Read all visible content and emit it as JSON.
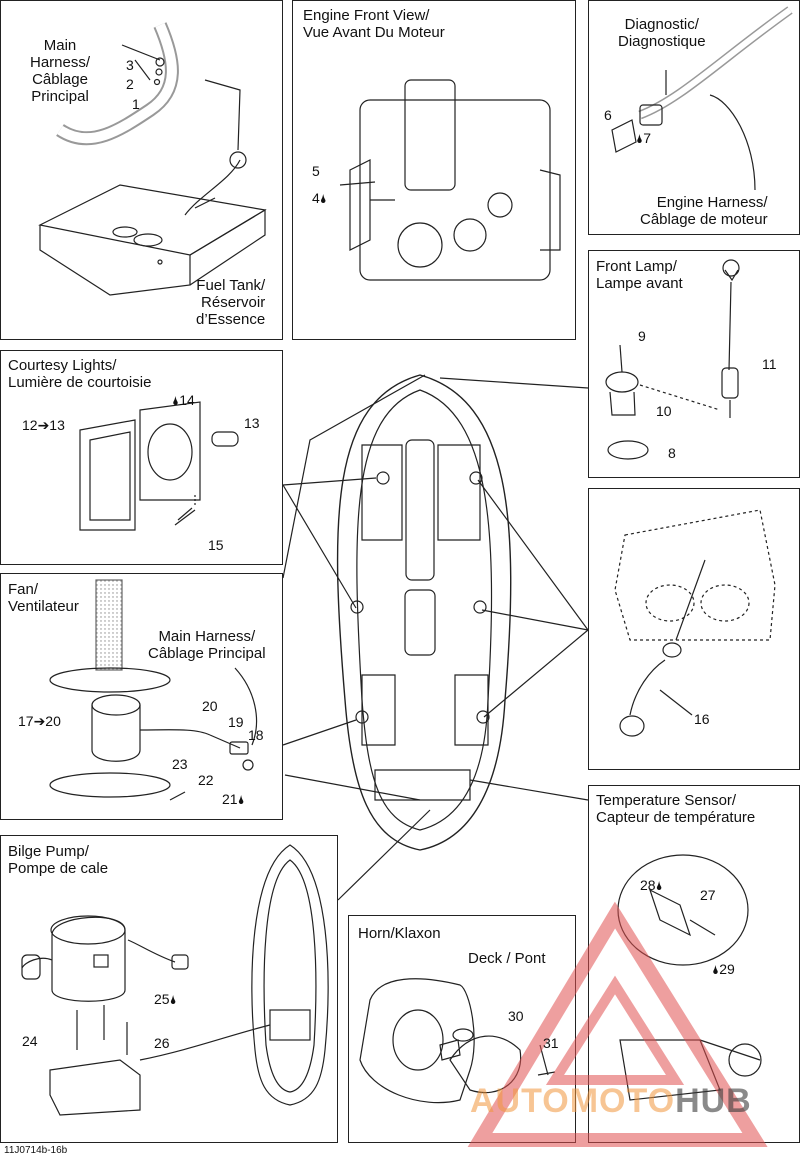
{
  "panels": {
    "main_harness": {
      "title": "Main\nHarness/\nCâblage\nPrincipal"
    },
    "fuel_tank": {
      "title": "Fuel Tank/\nRéservoir\nd’Essence"
    },
    "engine_front": {
      "title": "Engine Front View/\nVue Avant Du Moteur"
    },
    "diagnostic": {
      "title": "Diagnostic/\nDiagnostique",
      "harness": "Engine Harness/\nCâblage de moteur"
    },
    "front_lamp": {
      "title": "Front Lamp/\nLampe avant"
    },
    "courtesy": {
      "title": "Courtesy Lights/\nLumière de courtoisie"
    },
    "fan": {
      "title": "Fan/\nVentilateur",
      "harness": "Main Harness/\nCâblage Principal"
    },
    "temp_sensor": {
      "title": "Temperature Sensor/\nCapteur de température"
    },
    "bilge": {
      "title": "Bilge Pump/\nPompe de cale"
    },
    "horn": {
      "title": "Horn/Klaxon",
      "deck": "Deck / Pont"
    }
  },
  "part_numbers": {
    "p1": "1",
    "p2": "2",
    "p3": "3",
    "p4": "4",
    "p5": "5",
    "p6": "6",
    "p7": "7",
    "p8": "8",
    "p9": "9",
    "p10": "10",
    "p11": "11",
    "p12_13": "12➔13",
    "p13": "13",
    "p14": "14",
    "p15": "15",
    "p16": "16",
    "p17_20": "17➔20",
    "p18": "18",
    "p19": "19",
    "p20": "20",
    "p21": "21",
    "p22": "22",
    "p23": "23",
    "p24": "24",
    "p25": "25",
    "p26": "26",
    "p27": "27",
    "p28": "28",
    "p29": "29",
    "p30": "30",
    "p31": "31"
  },
  "drop_icon": "🌢",
  "footer": "11J0714b-16b",
  "watermark": {
    "text_a": "AUTOMOTO",
    "text_b": "HUB",
    "accent": "#e05050"
  }
}
